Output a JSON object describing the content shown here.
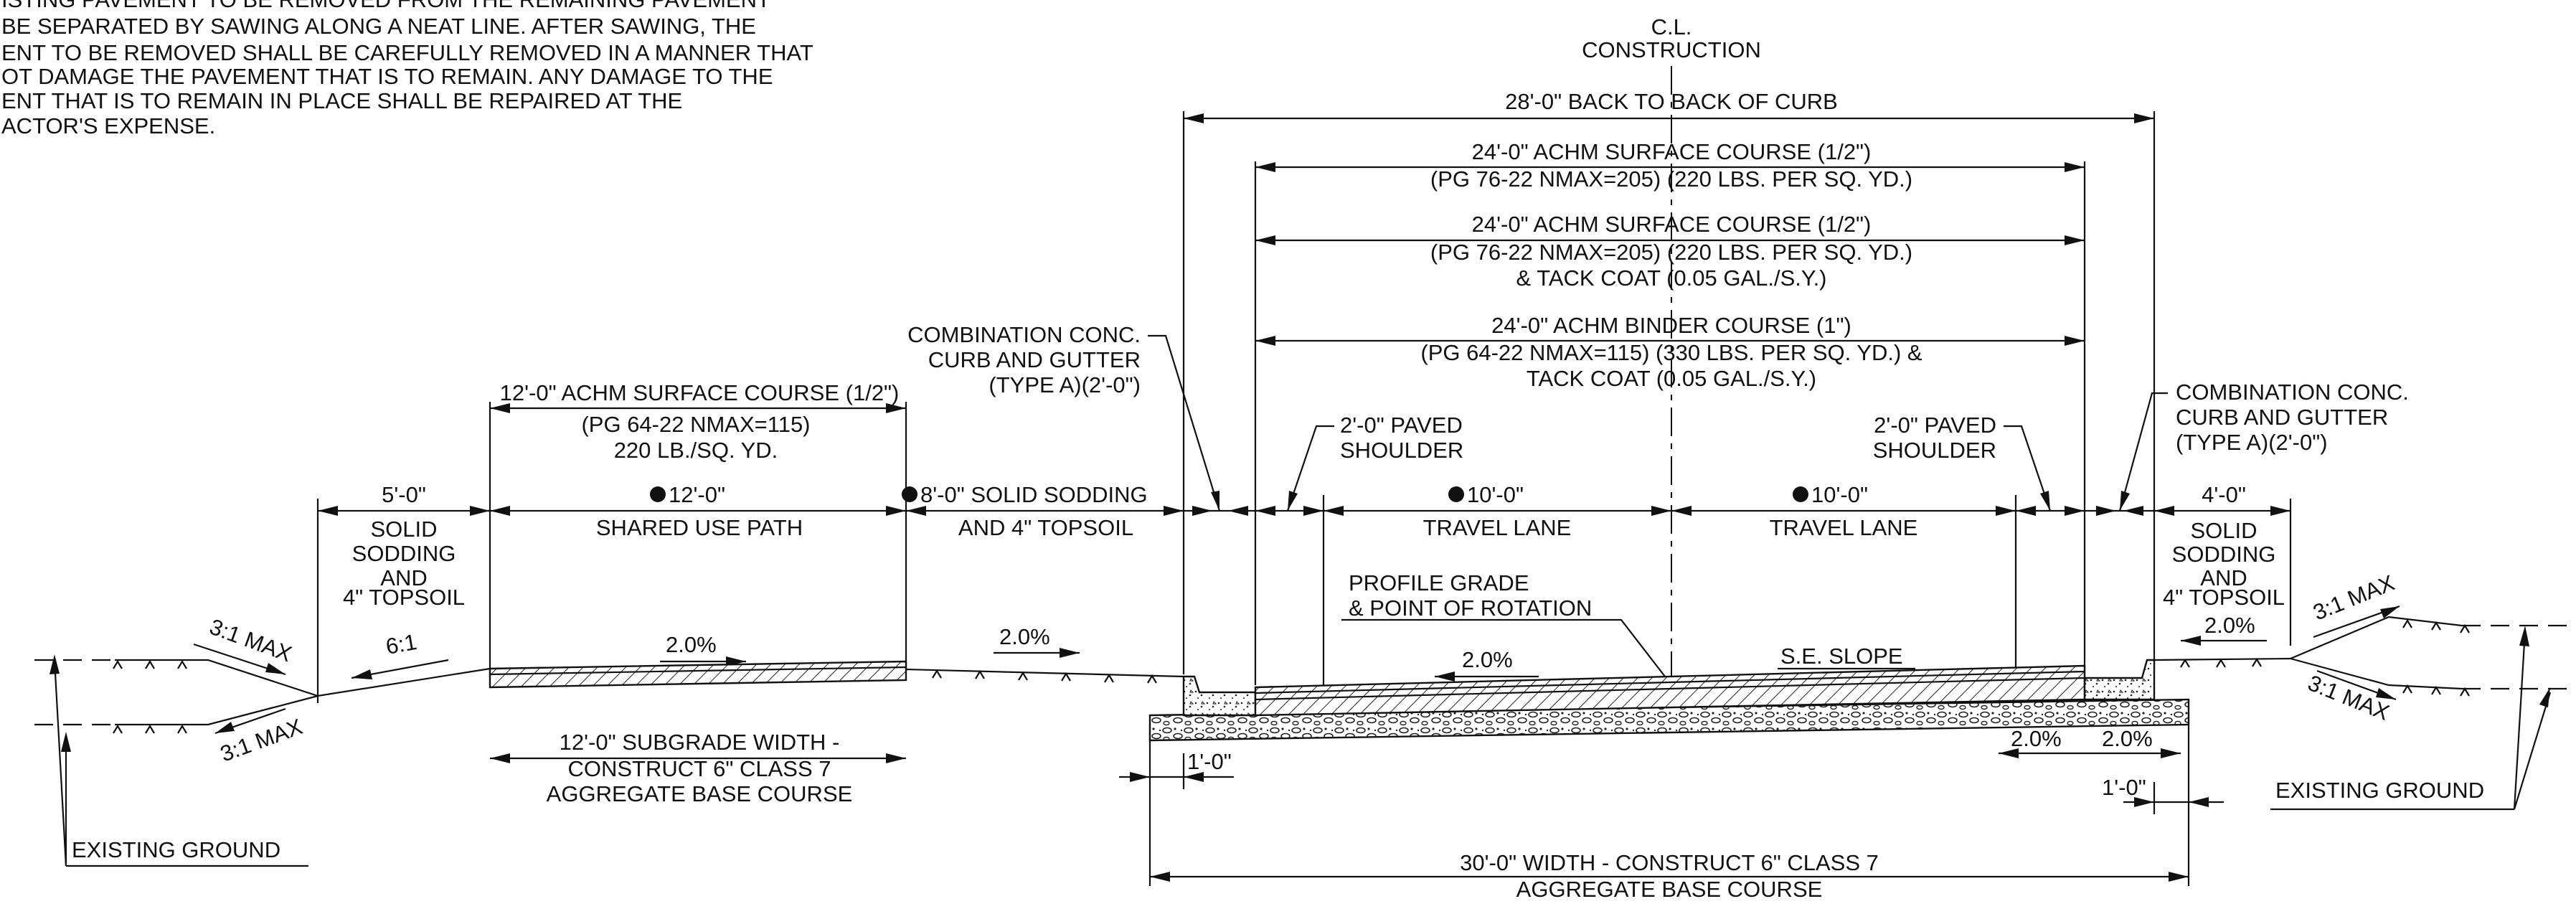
{
  "note": {
    "lines": [
      "ISTING PAVEMENT TO BE REMOVED FROM THE REMAINING PAVEMENT",
      "BE SEPARATED BY SAWING ALONG A NEAT LINE. AFTER SAWING, THE",
      "ENT TO BE REMOVED SHALL BE CAREFULLY REMOVED IN A MANNER THAT",
      "OT DAMAGE THE PAVEMENT THAT IS TO REMAIN. ANY DAMAGE TO THE",
      "ENT THAT IS TO REMAIN IN PLACE SHALL BE REPAIRED AT THE",
      "ACTOR'S EXPENSE."
    ]
  },
  "centerline": {
    "line1": "C.L.",
    "line2": "CONSTRUCTION"
  },
  "dimensions": {
    "back_to_back": "28'-0\" BACK TO BACK OF CURB",
    "surface1_a": "24'-0\" ACHM SURFACE COURSE (1/2\")",
    "surface1_b": "(PG 76-22 NMAX=205) (220 LBS. PER SQ. YD.)",
    "surface2_a": "24'-0\" ACHM SURFACE COURSE (1/2\")",
    "surface2_b": "(PG 76-22 NMAX=205) (220 LBS. PER SQ. YD.)",
    "surface2_c": "& TACK COAT (0.05 GAL./S.Y.)",
    "binder_a": "24'-0\" ACHM BINDER COURSE (1\")",
    "binder_b": "(PG 64-22 NMAX=115) (330 LBS. PER SQ. YD.) &",
    "binder_c": "TACK COAT (0.05 GAL./S.Y.)",
    "path_surface_a": "12'-0\" ACHM SURFACE COURSE (1/2\")",
    "path_surface_b": "(PG 64-22 NMAX=115)",
    "path_surface_c": "220 LB./SQ. YD.",
    "left_sod_width": "5'-0\"",
    "path_width": "12'-0\"",
    "path_label": "SHARED USE PATH",
    "mid_sod_width": "8'-0\" SOLID SODDING",
    "mid_sod_b": "AND 4\" TOPSOIL",
    "lane_left_width": "10'-0\"",
    "lane_left_label": "TRAVEL LANE",
    "lane_right_width": "10'-0\"",
    "lane_right_label": "TRAVEL LANE",
    "right_sod_width": "4'-0\"",
    "subgrade_a": "12'-0\" SUBGRADE WIDTH -",
    "subgrade_b": "CONSTRUCT 6\" CLASS 7",
    "subgrade_c": "AGGREGATE BASE COURSE",
    "base_a": "30'-0\" WIDTH - CONSTRUCT 6\" CLASS 7",
    "base_b": "AGGREGATE BASE COURSE",
    "curb_offset_left": "1'-0\"",
    "curb_offset_right": "1'-0\""
  },
  "labels": {
    "curb_left_a": "COMBINATION CONC.",
    "curb_left_b": "CURB AND GUTTER",
    "curb_left_c": "(TYPE A)(2'-0\")",
    "curb_right_a": "COMBINATION CONC.",
    "curb_right_b": "CURB AND GUTTER",
    "curb_right_c": "(TYPE A)(2'-0\")",
    "shoulder_left_a": "2'-0\" PAVED",
    "shoulder_left_b": "SHOULDER",
    "shoulder_right_a": "2'-0\" PAVED",
    "shoulder_right_b": "SHOULDER",
    "left_sod_a": "SOLID",
    "left_sod_b": "SODDING",
    "left_sod_c": "AND",
    "left_sod_d": "4\" TOPSOIL",
    "right_sod_a": "SOLID",
    "right_sod_b": "SODDING",
    "right_sod_c": "AND",
    "right_sod_d": "4\" TOPSOIL",
    "profile_a": "PROFILE GRADE",
    "profile_b": "& POINT OF ROTATION",
    "se_slope": "S.E. SLOPE",
    "existing_left": "EXISTING GROUND",
    "existing_right": "EXISTING GROUND"
  },
  "slopes": {
    "left_upper": "3:1 MAX",
    "left_lower": "3:1 MAX",
    "left_fore": "6:1",
    "path": "2.0%",
    "mid_sod": "2.0%",
    "roadway": "2.0%",
    "gutter_right_a": "2.0%",
    "gutter_right_b": "2.0%",
    "right_sod": "2.0%",
    "right_upper": "3:1 MAX",
    "right_lower": "3:1 MAX"
  }
}
